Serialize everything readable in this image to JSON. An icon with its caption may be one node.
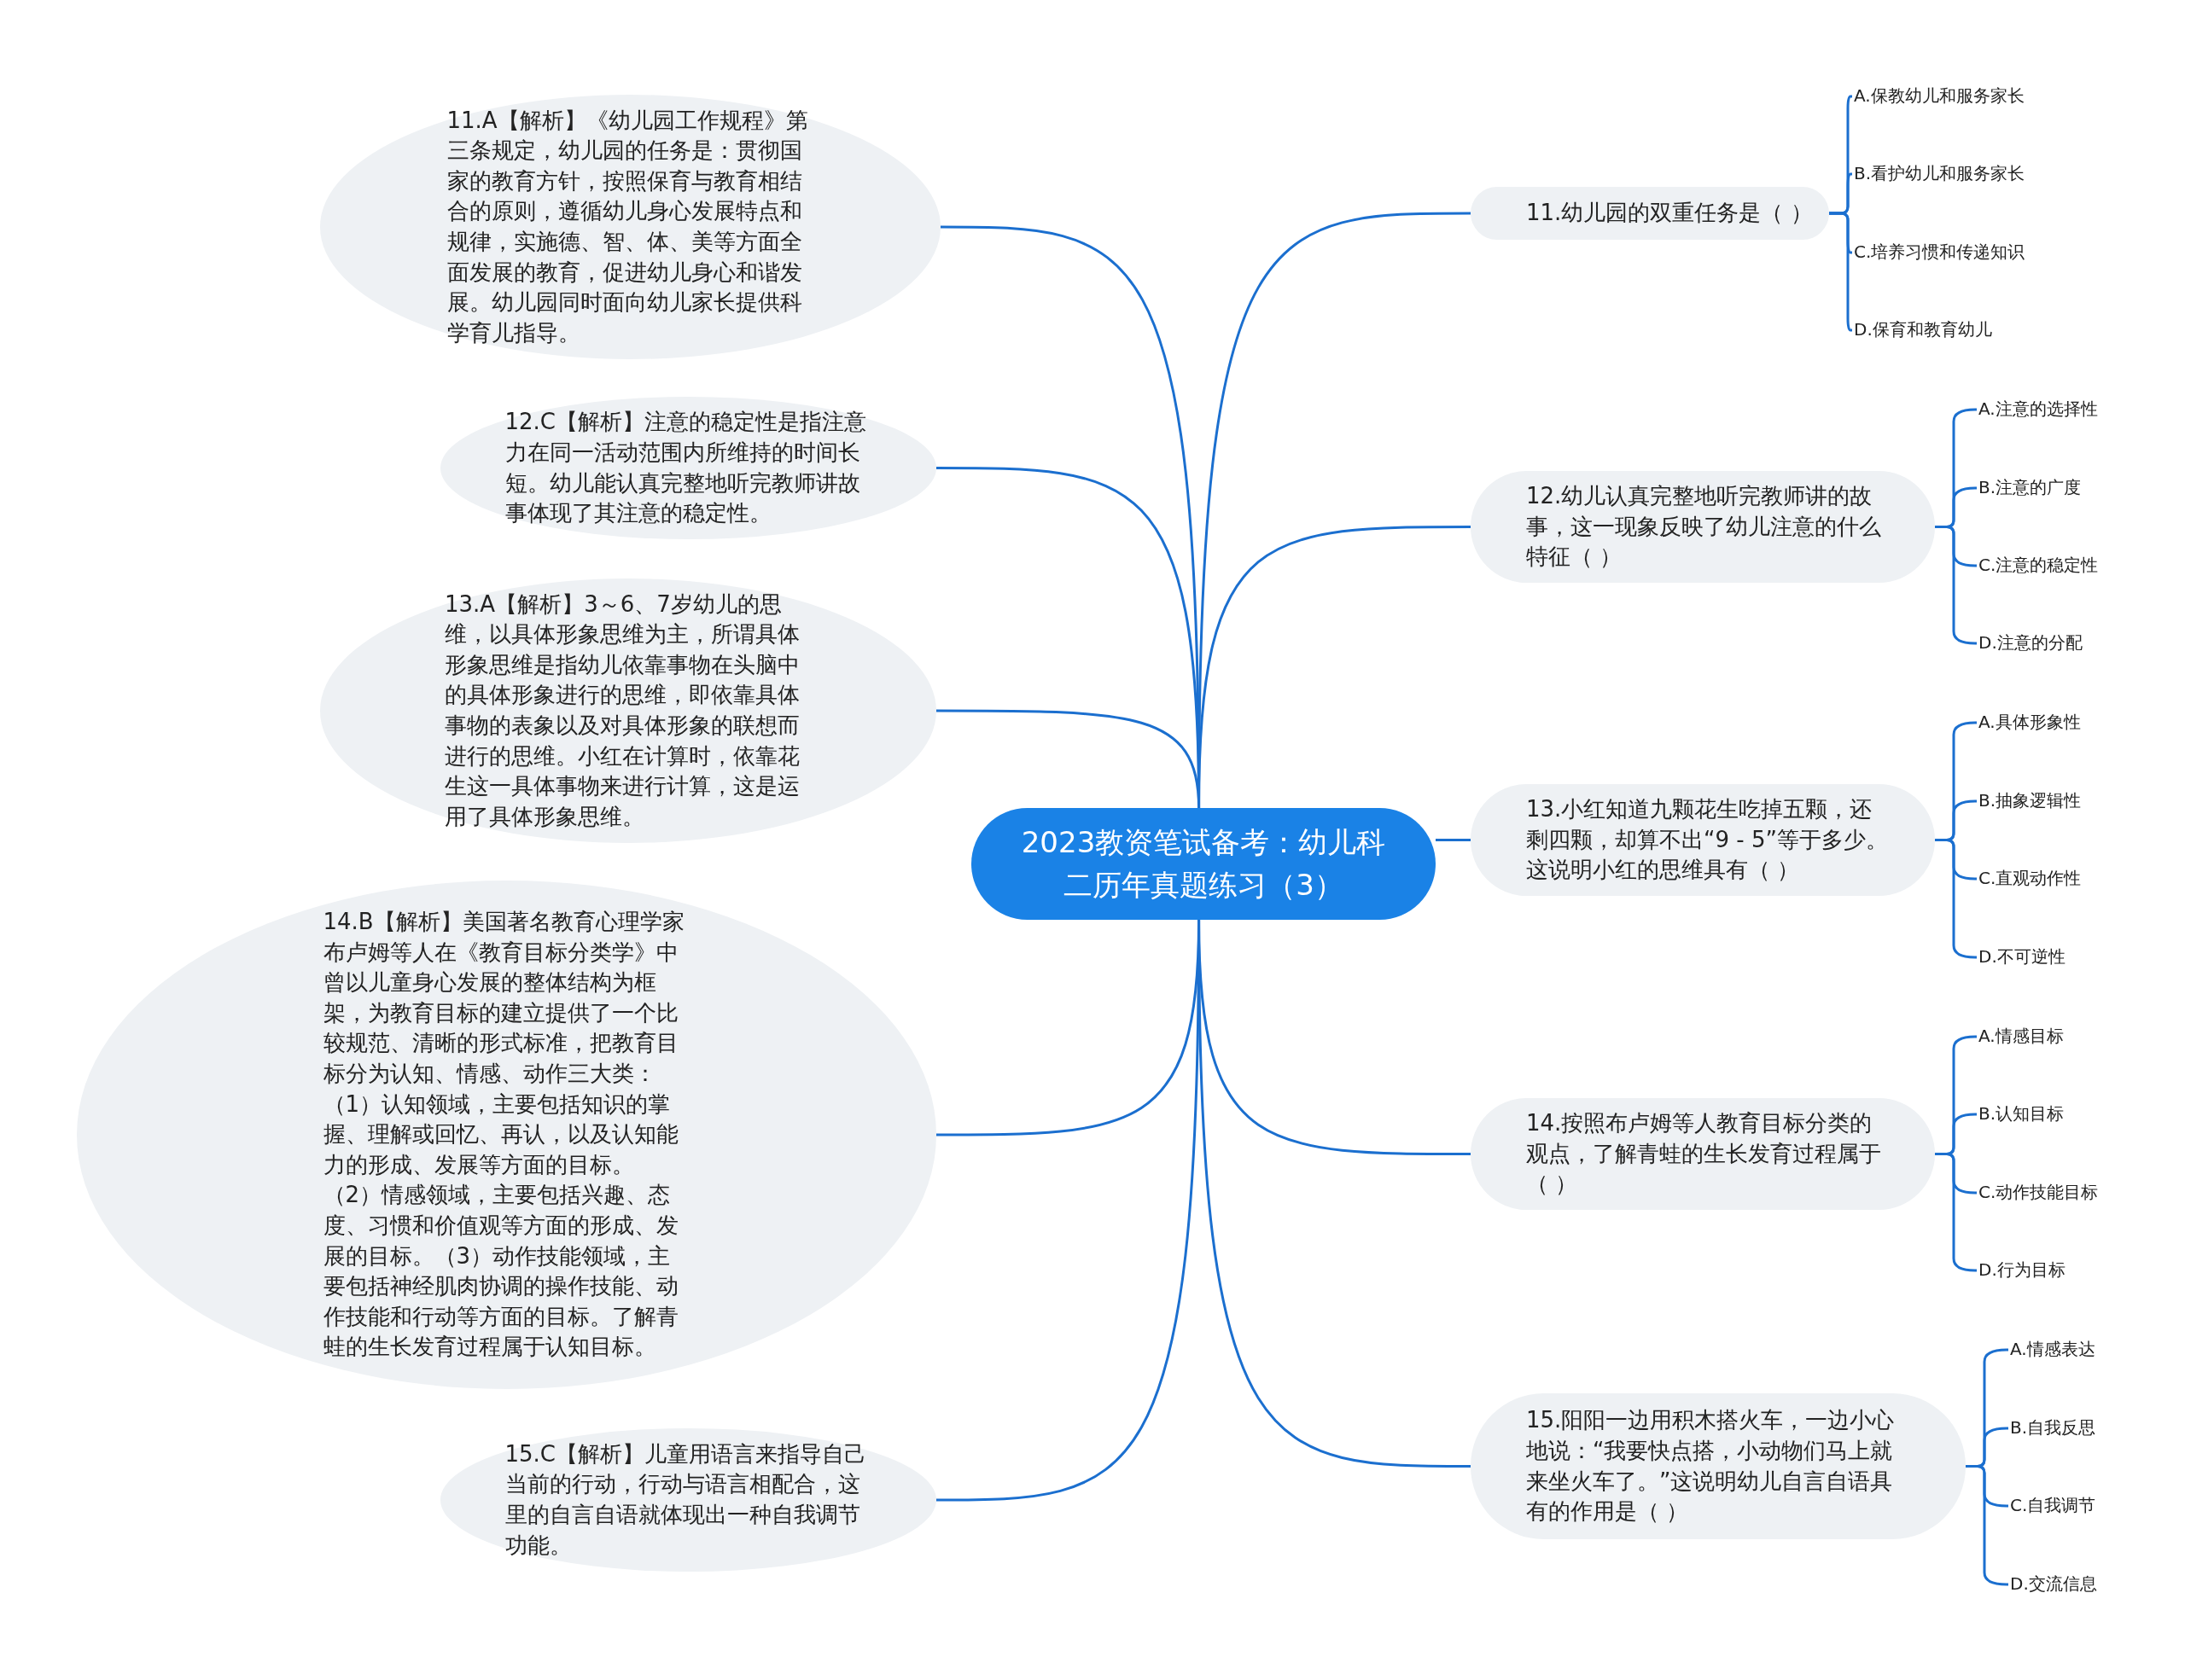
{
  "diagram": {
    "nodes": [
      {
        "text": [
          "2023教资笔试备考：幼儿科二历年真题练习（3）"
        ]
      },
      {
        "text": [
          "11.A【解析】《幼儿园工作规程》第三条规定，幼儿园的任务是：贯彻国家的教育方针，按照保育与教育相结合的原则，遵循幼儿身心发展特点和规律，实施德、智、体、美等方面全面发展的教育，促进幼儿身心和谐发展。幼儿园同时面向幼儿家长提供科学育儿指导。"
        ]
      },
      {
        "text": [
          "12.C【解析】注意的稳定性是指注意力在同一活动范围内所维持的时间长短。幼儿能认真完整地听完教师讲故事体现了其注意的稳定性。"
        ]
      },
      {
        "text": [
          "13.A【解析】3～6、7岁幼儿的思维，以具体形象思维为主，所谓具体形象思维是指幼儿依靠事物在头脑中的具体形象进行的思维，即依靠具体事物的表象以及对具体形象的联想而进行的思维。小红在计算时，依靠花生这一具体事物来进行计算，这是运用了具体形象思维。"
        ]
      },
      {
        "text": [
          "14.B【解析】美国著名教育心理学家布卢姆等人在《教育目标分类学》中曾以儿童身心发展的整体结构为框架，为教育目标的建立提供了一个比较规范、清晰的形式标准，把教育目标分为认知、情感、动作三大类：（1）认知领域，主要包括知识的掌握、理解或回忆、再认，以及认知能力的形成、发展等方面的目标。（2）情感领域，主要包括兴趣、态度、习惯和价值观等方面的形成、发展的目标。（3）动作技能领域，主要包括神经肌肉协调的操作技能、动作技能和行动等方面的目标。了解青蛙的生长发育过程属于认知目标。"
        ]
      },
      {
        "text": [
          "15.C【解析】儿童用语言来指导自己当前的行动，行动与语言相配合，这里的自言自语就体现出一种自我调节功能。"
        ]
      },
      {
        "text": [
          "11.幼儿园的双重任务是（ ）"
        ]
      },
      {
        "text": [
          "A.保教幼儿和服务家长"
        ]
      },
      {
        "text": [
          "B.看护幼儿和服务家长"
        ]
      },
      {
        "text": [
          "C.培养习惯和传递知识"
        ]
      },
      {
        "text": [
          "D.保育和教育幼儿"
        ]
      },
      {
        "text": [
          "12.幼儿认真完整地听完教师讲的故事，这一现象反映了幼儿注意的什么特征（ ）"
        ]
      },
      {
        "text": [
          "A.注意的选择性"
        ]
      },
      {
        "text": [
          "B.注意的广度"
        ]
      },
      {
        "text": [
          "C.注意的稳定性"
        ]
      },
      {
        "text": [
          "D.注意的分配"
        ]
      },
      {
        "text": [
          "13.小红知道九颗花生吃掉五颗，还剩四颗，却算不出“9 - 5”等于多少。这说明小红的思维具有（ ）"
        ]
      },
      {
        "text": [
          "A.具体形象性"
        ]
      },
      {
        "text": [
          "B.抽象逻辑性"
        ]
      },
      {
        "text": [
          "C.直观动作性"
        ]
      },
      {
        "text": [
          "D.不可逆性"
        ]
      },
      {
        "text": [
          "14.按照布卢姆等人教育目标分类的观点，了解青蛙的生长发育过程属于（ ）"
        ]
      },
      {
        "text": [
          "A.情感目标"
        ]
      },
      {
        "text": [
          "B.认知目标"
        ]
      },
      {
        "text": [
          "C.动作技能目标"
        ]
      },
      {
        "text": [
          "D.行为目标"
        ]
      },
      {
        "text": [
          "15.阳阳一边用积木搭火车，一边小心地说：“我要快点搭，小动物们马上就来坐火车了。”这说明幼儿自言自语具有的作用是（ ）"
        ]
      },
      {
        "text": [
          "A.情感表达"
        ]
      },
      {
        "text": [
          "B.自我反思"
        ]
      },
      {
        "text": [
          "C.自我调节"
        ]
      },
      {
        "text": [
          "D.交流信息"
        ]
      }
    ],
    "edges": [
      {
        "from": 0,
        "to": 1,
        "arrow": "none"
      },
      {
        "from": 0,
        "to": 2,
        "arrow": "none"
      },
      {
        "from": 0,
        "to": 3,
        "arrow": "none"
      },
      {
        "from": 0,
        "to": 4,
        "arrow": "none"
      },
      {
        "from": 0,
        "to": 5,
        "arrow": "none"
      },
      {
        "from": 0,
        "to": 6,
        "arrow": "none"
      },
      {
        "from": 6,
        "to": 7,
        "arrow": "none"
      },
      {
        "from": 6,
        "to": 8,
        "arrow": "none"
      },
      {
        "from": 6,
        "to": 9,
        "arrow": "none"
      },
      {
        "from": 6,
        "to": 10,
        "arrow": "none"
      },
      {
        "from": 0,
        "to": 11,
        "arrow": "none"
      },
      {
        "from": 11,
        "to": 12,
        "arrow": "none"
      },
      {
        "from": 11,
        "to": 13,
        "arrow": "none"
      },
      {
        "from": 11,
        "to": 14,
        "arrow": "none"
      },
      {
        "from": 11,
        "to": 15,
        "arrow": "none"
      },
      {
        "from": 0,
        "to": 16,
        "arrow": "none"
      },
      {
        "from": 16,
        "to": 17,
        "arrow": "none"
      },
      {
        "from": 16,
        "to": 18,
        "arrow": "none"
      },
      {
        "from": 16,
        "to": 19,
        "arrow": "none"
      },
      {
        "from": 16,
        "to": 20,
        "arrow": "none"
      },
      {
        "from": 0,
        "to": 21,
        "arrow": "none"
      },
      {
        "from": 21,
        "to": 22,
        "arrow": "none"
      },
      {
        "from": 21,
        "to": 23,
        "arrow": "none"
      },
      {
        "from": 21,
        "to": 24,
        "arrow": "none"
      },
      {
        "from": 21,
        "to": 25,
        "arrow": "none"
      },
      {
        "from": 0,
        "to": 26,
        "arrow": "none"
      },
      {
        "from": 26,
        "to": 27,
        "arrow": "none"
      },
      {
        "from": 26,
        "to": 28,
        "arrow": "none"
      },
      {
        "from": 26,
        "to": 29,
        "arrow": "none"
      },
      {
        "from": 26,
        "to": 30,
        "arrow": "none"
      }
    ]
  }
}
